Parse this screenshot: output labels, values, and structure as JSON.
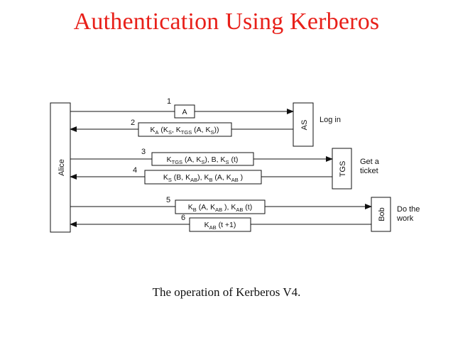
{
  "title": "Authentication Using Kerberos",
  "caption": "The operation of Kerberos V4.",
  "colors": {
    "title": "#e8201a",
    "ink": "#111111"
  },
  "entities": {
    "alice": "Alice",
    "as": "AS",
    "tgs": "TGS",
    "bob": "Bob"
  },
  "side_labels": {
    "login": [
      "Log in"
    ],
    "get_ticket": [
      "Get a",
      "ticket"
    ],
    "do_work": [
      "Do the",
      "work"
    ]
  },
  "messages": [
    {
      "num": "1",
      "from": "Alice",
      "to": "AS",
      "parts": [
        [
          "A",
          ""
        ]
      ]
    },
    {
      "num": "2",
      "from": "AS",
      "to": "Alice",
      "parts": [
        [
          "K",
          "A"
        ],
        [
          " (K",
          "S"
        ],
        [
          ", K",
          "TGS"
        ],
        [
          " (A, K",
          "S"
        ],
        [
          "))",
          ""
        ]
      ]
    },
    {
      "num": "3",
      "from": "Alice",
      "to": "TGS",
      "parts": [
        [
          "K",
          "TGS"
        ],
        [
          " (A, K",
          "S"
        ],
        [
          "), B, K",
          "S"
        ],
        [
          " (t)",
          ""
        ]
      ]
    },
    {
      "num": "4",
      "from": "TGS",
      "to": "Alice",
      "parts": [
        [
          "K",
          "S"
        ],
        [
          " (B, K",
          "AB"
        ],
        [
          "), K",
          "B"
        ],
        [
          " (A, K",
          "AB"
        ],
        [
          " )",
          ""
        ]
      ]
    },
    {
      "num": "5",
      "from": "Alice",
      "to": "Bob",
      "parts": [
        [
          "K",
          "B"
        ],
        [
          " (A, K",
          "AB"
        ],
        [
          " ), K",
          "AB"
        ],
        [
          " (t)",
          ""
        ]
      ]
    },
    {
      "num": "6",
      "from": "Bob",
      "to": "Alice",
      "parts": [
        [
          "K",
          "AB"
        ],
        [
          " (t +1)",
          ""
        ]
      ]
    }
  ]
}
